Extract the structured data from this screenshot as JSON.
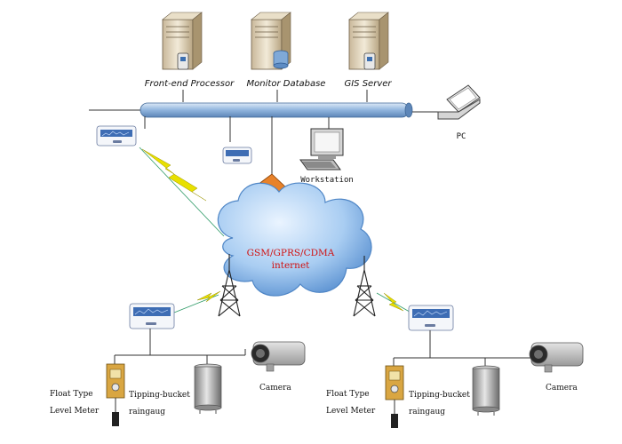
{
  "servers": {
    "front_end": "Front-end Processor",
    "database": "Monitor Database",
    "gis": "GIS Server"
  },
  "pc": "PC",
  "workstation": "Workstation",
  "cloud": {
    "line1": "GSM/GPRS/CDMA",
    "line2": "internet"
  },
  "left_station": {
    "float_line1": "Float Type",
    "float_line2": "Level Meter",
    "rain_line1": "Tipping-bucket",
    "rain_line2": "raingaug",
    "camera": "Camera"
  },
  "right_station": {
    "float_line1": "Float Type",
    "float_line2": "Level Meter",
    "rain_line1": "Tipping-bucket",
    "rain_line2": "raingaug",
    "camera": "Camera"
  },
  "colors": {
    "bus": "#8fb4dd",
    "cloud": "#6fa3dc",
    "cloud_text": "#d01010",
    "lightning": "#e8e000",
    "firewall": "#e8822a"
  }
}
